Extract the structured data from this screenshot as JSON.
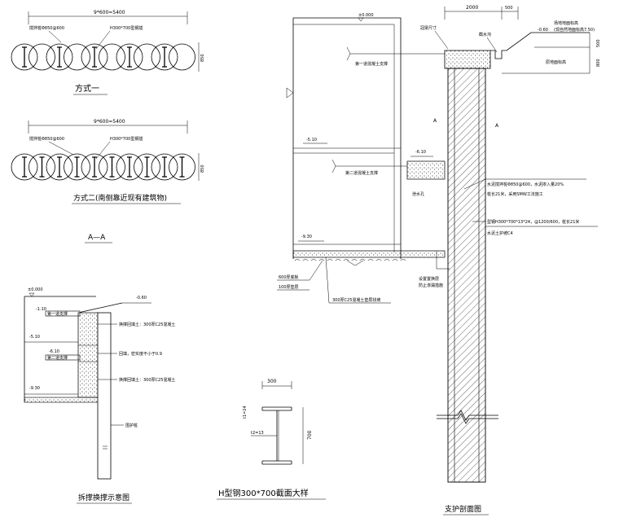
{
  "drawing": {
    "plan": {
      "span_dim": "9*600=5400",
      "pile_label": "搅拌桩Φ850@600",
      "steel_label": "H300*700型钢插",
      "row_depth": "850",
      "option1_title": "方式一",
      "option2_title": "方式二(南侧靠近现有建筑物)",
      "section_mark": "A—A"
    },
    "swap": {
      "title": "拆撑换撑示意图",
      "lvl_0": "±0.000",
      "lvl_060": "-0.60",
      "lvl_110": "-1.10",
      "lvl_510": "-5.10",
      "lvl_610": "-6.10",
      "lvl_930": "-9.30",
      "strut1": "第一道支撑",
      "strut2": "第二道支撑",
      "fill1": "换撑回填土：300厚C25混凝土",
      "fill2": "回填，密实度不小于0.9",
      "fill3": "换撑回填土：300厚C25混凝土",
      "guard": "围护桩"
    },
    "hsteel": {
      "title": "H型钢300*700截面大样",
      "width": "300",
      "t1": "t1=24",
      "t2": "t2=13",
      "height": "700"
    },
    "section": {
      "title": "支护剖面图",
      "dim_2000": "2000",
      "dim_500": "500",
      "dim_500v": "500",
      "dim_800": "800",
      "lvl_0": "±0.000",
      "lvl_060": "-0.60",
      "ground_note": "(现自然地面标高7.50)",
      "ground_label": "场地地面标高",
      "cap_label": "冠梁尺寸",
      "ditch": "截水沟",
      "original_ground": "原地面标高",
      "strut1_label": "第一道混凝土支撑",
      "strut2_label": "第二道混凝土支撑",
      "lvl_510": "-5.10",
      "lvl_610": "-6.10",
      "lvl_930": "-9.30",
      "mark_a1": "A",
      "mark_a2": "A",
      "pile_note1": "水泥搅拌桩Φ850@600，水泥掺入量20%",
      "pile_note2": "桩长21米，采用SMW工法施工",
      "steel_note": "型钢H300*700*13*24，@1200/600，桩长21米",
      "cement_note": "水泥土护坡C4",
      "drain_hole": "泄水孔",
      "base_note1": "600厚底板",
      "base_note2": "100厚垫层",
      "bottom_note": "300厚C25混凝土垫层找坡",
      "seal_note1": "设置置换层",
      "seal_note2": "防止渗漏措施"
    }
  }
}
